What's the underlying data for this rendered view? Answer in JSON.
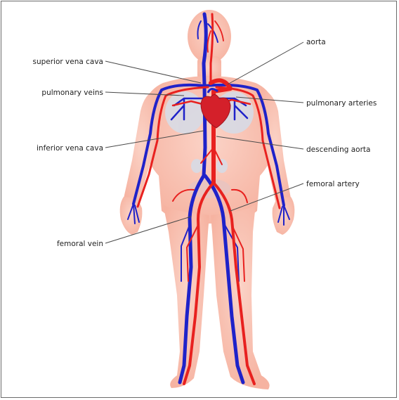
{
  "colors": {
    "skin": "#f9c6b8",
    "artery": "#e8211f",
    "vein": "#1f22c9",
    "heart": "#d4202a",
    "organ": "#d7dbe6",
    "leader": "#4a4a4a"
  },
  "labels": {
    "aorta": "aorta",
    "superior_vena_cava": "superior vena cava",
    "pulmonary_veins": "pulmonary veins",
    "pulmonary_arteries": "pulmonary arteries",
    "inferior_vena_cava": "inferior vena cava",
    "descending_aorta": "descending aorta",
    "femoral_artery": "femoral artery",
    "femoral_vein": "femoral vein"
  }
}
